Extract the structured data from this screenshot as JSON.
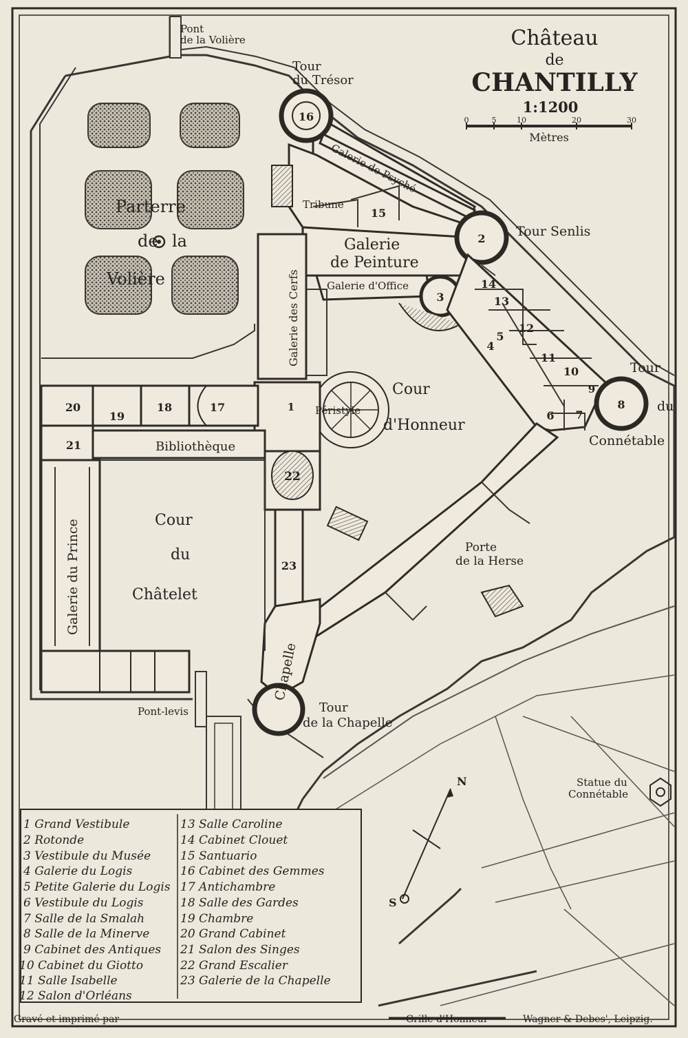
{
  "title": {
    "line1": "Château",
    "line2": "de",
    "line3": "CHANTILLY"
  },
  "scale": {
    "ratio": "1:1200",
    "ticks": [
      "0",
      "5",
      "10",
      "20",
      "30"
    ],
    "unit": "Mètres"
  },
  "places": {
    "pont_voliere": [
      "Pont",
      "de la Volière"
    ],
    "tour_tresor": [
      "Tour",
      "du Trésor"
    ],
    "parterre": [
      "Parterre",
      "de",
      "la",
      "Volière"
    ],
    "galerie_psyche": "Galerie de Psyché",
    "tribune": "Tribune",
    "tour_senlis": "Tour Senlis",
    "galerie_peinture": [
      "Galerie",
      "de Peinture"
    ],
    "galerie_cerfs": "Galerie des Cerfs",
    "galerie_office": "Galerie d'Office",
    "tour_connetable": [
      "Tour",
      "du",
      "Connétable"
    ],
    "cour_honneur": [
      "Cour",
      "d'Honneur"
    ],
    "peristyle": "Péristyle",
    "bibliotheque": "Bibliothèque",
    "galerie_prince": "Galerie du Prince",
    "cour_chatelet": [
      "Cour",
      "du",
      "Châtelet"
    ],
    "porte_herse": [
      "Porte",
      "de la Herse"
    ],
    "chapelle": "Chapelle",
    "tour_chapelle": [
      "Tour",
      "de la Chapelle"
    ],
    "pont_levis": "Pont-levis",
    "statue": [
      "Statue du",
      "Connétable"
    ],
    "north": "N",
    "south": "S"
  },
  "room_numbers": [
    "1",
    "2",
    "3",
    "4",
    "5",
    "6",
    "7",
    "8",
    "9",
    "10",
    "11",
    "12",
    "13",
    "14",
    "15",
    "16",
    "17",
    "18",
    "19",
    "20",
    "21",
    "22",
    "23"
  ],
  "legend": [
    "1 Grand Vestibule",
    "2 Rotonde",
    "3 Vestibule du Musée",
    "4 Galerie du Logis",
    "5 Petite Galerie du Logis",
    "6 Vestibule du Logis",
    "7 Salle de la Smalah",
    "8 Salle de la Minerve",
    "9 Cabinet des Antiques",
    "10 Cabinet du Giotto",
    "11 Salle Isabelle",
    "12 Salon d'Orléans",
    "13 Salle Caroline",
    "14 Cabinet Clouet",
    "15 Santuario",
    "16 Cabinet des Gemmes",
    "17 Antichambre",
    "18 Salle des Gardes",
    "19 Chambre",
    "20 Grand Cabinet",
    "21 Salon des Singes",
    "22 Grand Escalier",
    "23 Galerie de la Chapelle"
  ],
  "footer": {
    "left": "Gravé et imprimé par",
    "center": "Grille d'Honneur",
    "right": "Wagner & Debes', Leipzig."
  },
  "colors": {
    "paper": "#ede8dc",
    "ink": "#262320",
    "hatch": "#8a857b"
  }
}
